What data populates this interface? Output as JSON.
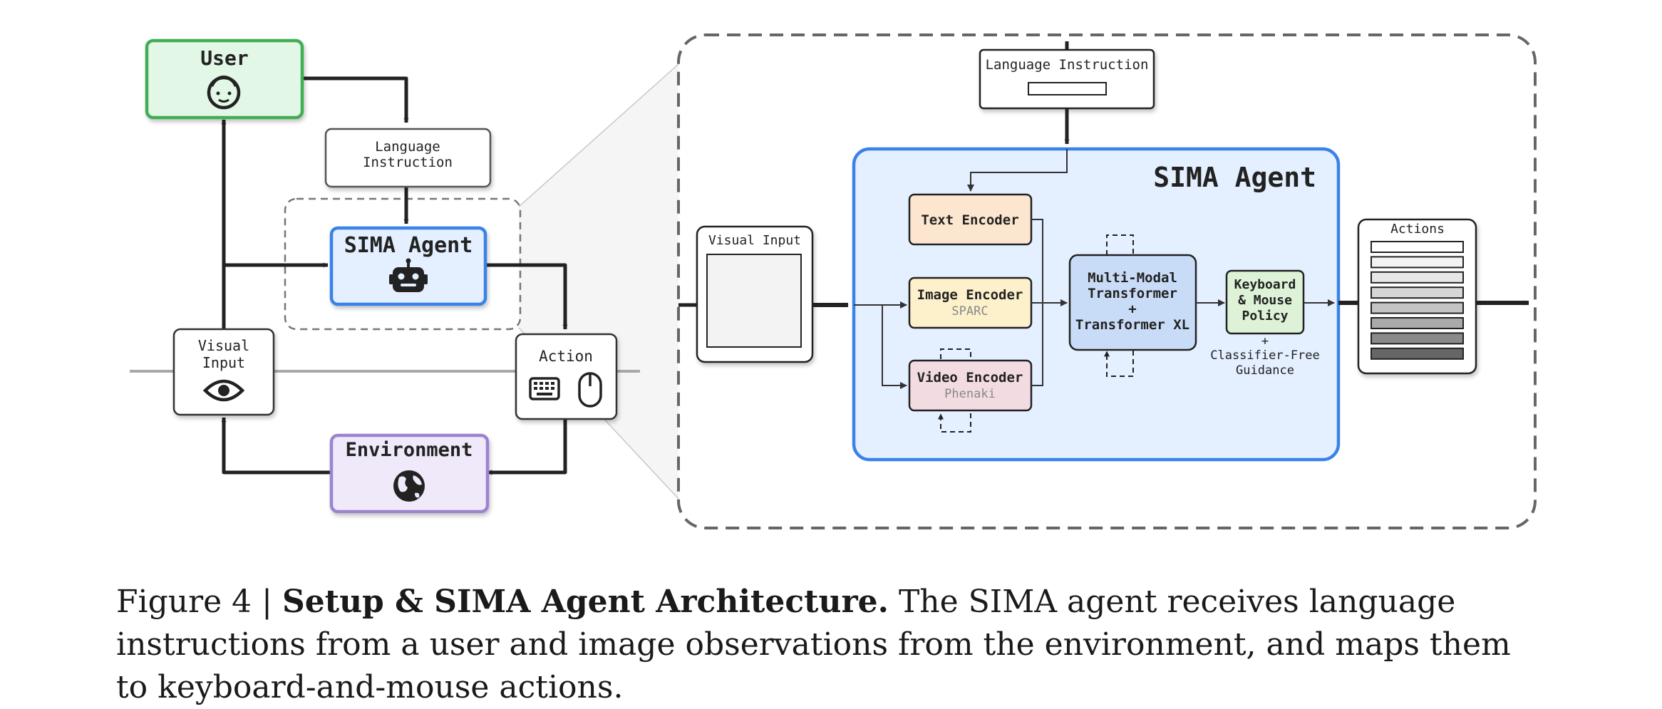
{
  "left": {
    "user": "User",
    "language_instruction": [
      "Language",
      "Instruction"
    ],
    "sima_agent": "SIMA Agent",
    "visual_input": [
      "Visual",
      "Input"
    ],
    "action": "Action",
    "environment": "Environment"
  },
  "right": {
    "language_instruction": "Language Instruction",
    "sima_agent_title": "SIMA Agent",
    "visual_input": "Visual Input",
    "text_encoder": "Text Encoder",
    "image_encoder": "Image Encoder",
    "image_encoder_sub": "SPARC",
    "video_encoder": "Video Encoder",
    "video_encoder_sub": "Phenaki",
    "transformer": [
      "Multi-Modal",
      "Transformer",
      "+",
      "Transformer XL"
    ],
    "policy": [
      "Keyboard",
      "& Mouse",
      "Policy"
    ],
    "guidance": [
      "+",
      "Classifier-Free",
      "Guidance"
    ],
    "actions": "Actions"
  },
  "colors": {
    "user_fill": "#e3f7e6",
    "user_stroke": "#3fae55",
    "agent_fill": "#e4efff",
    "agent_stroke": "#3b82e8",
    "env_fill": "#efe9fa",
    "env_stroke": "#9b83d1",
    "text_enc_fill": "#fde6cf",
    "image_enc_fill": "#fdf1cc",
    "video_enc_fill": "#f3dbe2",
    "transformer_fill": "#c9dcf7",
    "policy_fill": "#ddf2d6",
    "action_bar_shades": [
      "#ffffff",
      "#f3f3f3",
      "#e6e6e6",
      "#d6d6d6",
      "#c4c4c4",
      "#aaaaaa",
      "#8a8a8a",
      "#666666"
    ]
  },
  "icons": {
    "user": "face-icon",
    "agent": "robot-icon",
    "visual": "eye-icon",
    "keyboard": "keyboard-icon",
    "mouse": "mouse-icon",
    "environment": "globe-icon"
  },
  "caption": {
    "label": "Figure 4 | ",
    "bold": "Setup & SIMA Agent Architecture.",
    "text": " The SIMA agent receives language instructions from a user and image observations from the environment, and maps them to keyboard-and-mouse actions."
  }
}
